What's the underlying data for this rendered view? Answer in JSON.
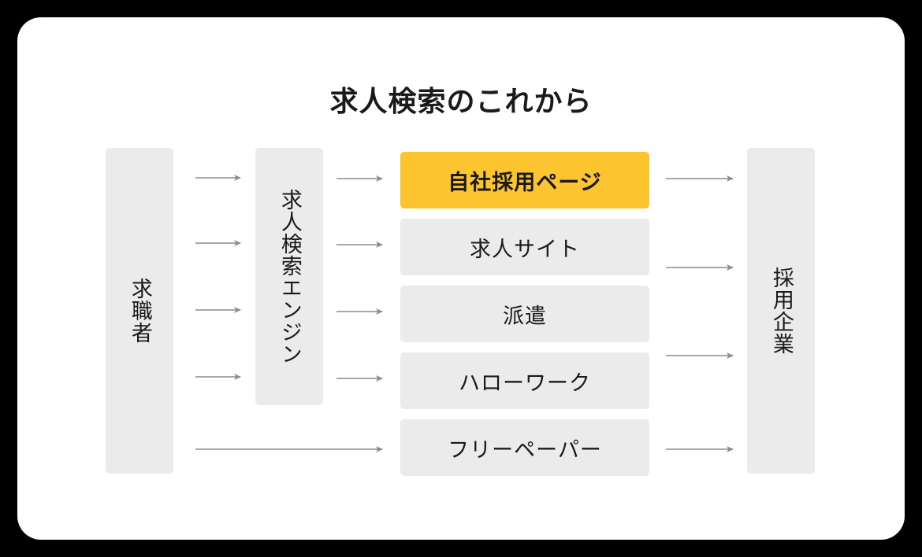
{
  "canvas": {
    "background_color": "#000000",
    "card_color": "#ffffff"
  },
  "title": "求人検索のこれから",
  "colors": {
    "highlight": "#fcc42f",
    "box": "#ebebeb",
    "arrow": "#8c8c8c",
    "text": "#1a1a1a"
  },
  "columns": {
    "seeker": {
      "label": "求職者",
      "orientation": "vertical"
    },
    "engine": {
      "label": "求人検索エンジン",
      "orientation": "vertical"
    },
    "company": {
      "label": "採用企業",
      "orientation": "vertical"
    }
  },
  "channels": [
    {
      "label": "自社採用ページ",
      "highlighted": true
    },
    {
      "label": "求人サイト",
      "highlighted": false
    },
    {
      "label": "派遣",
      "highlighted": false
    },
    {
      "label": "ハローワーク",
      "highlighted": false
    },
    {
      "label": "フリーペーパー",
      "highlighted": false
    }
  ],
  "flows": {
    "seeker_to_engine_count": 4,
    "engine_to_channel_count": 4,
    "seeker_to_freepaper_count": 1,
    "channel_to_company_count": 4
  }
}
